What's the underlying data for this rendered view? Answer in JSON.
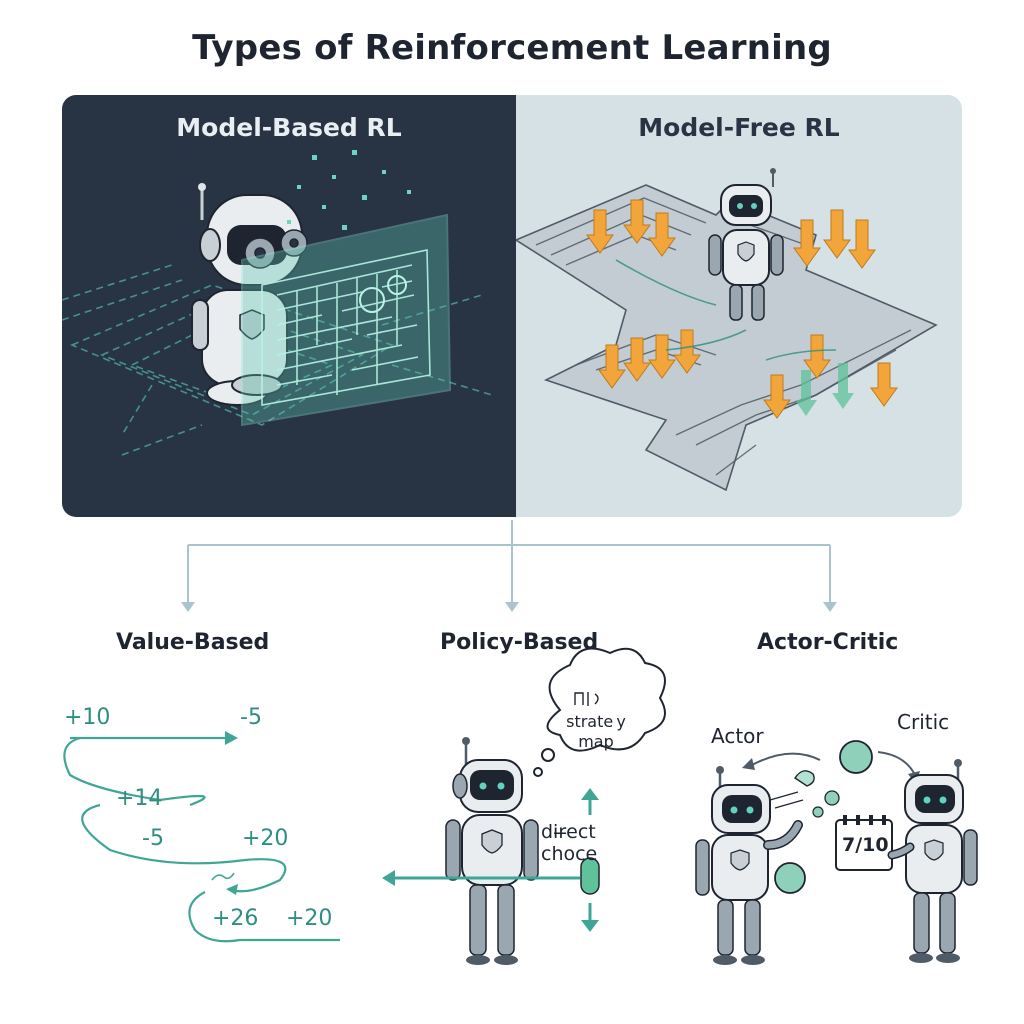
{
  "title": "Types of Reinforcement Learning",
  "model_based": {
    "label": "Model-Based RL"
  },
  "model_free": {
    "label": "Model-Free RL"
  },
  "branches": {
    "value_based": "Value-Based",
    "policy_based": "Policy-Based",
    "actor_critic": "Actor-Critic"
  },
  "value_based": {
    "values": [
      "+10",
      "-5",
      "+14",
      "-5",
      "+20",
      "+26",
      "+20"
    ]
  },
  "policy_based": {
    "thought": [
      "strate y",
      "map"
    ],
    "choice_label": "dir̶ect choce"
  },
  "actor_critic": {
    "actor_label": "Actor",
    "critic_label": "Critic",
    "score": "7/10"
  },
  "colors": {
    "dark_panel": "#283444",
    "light_panel": "#d6e1e6",
    "teal": "#3fa696",
    "arrow_orange": "#f2a53a",
    "connector": "#a9c4cc"
  },
  "icons": [
    "robot-icon",
    "gear-icon",
    "maze-icon",
    "thought-bubble-icon",
    "clipboard-icon",
    "ball-icon"
  ]
}
